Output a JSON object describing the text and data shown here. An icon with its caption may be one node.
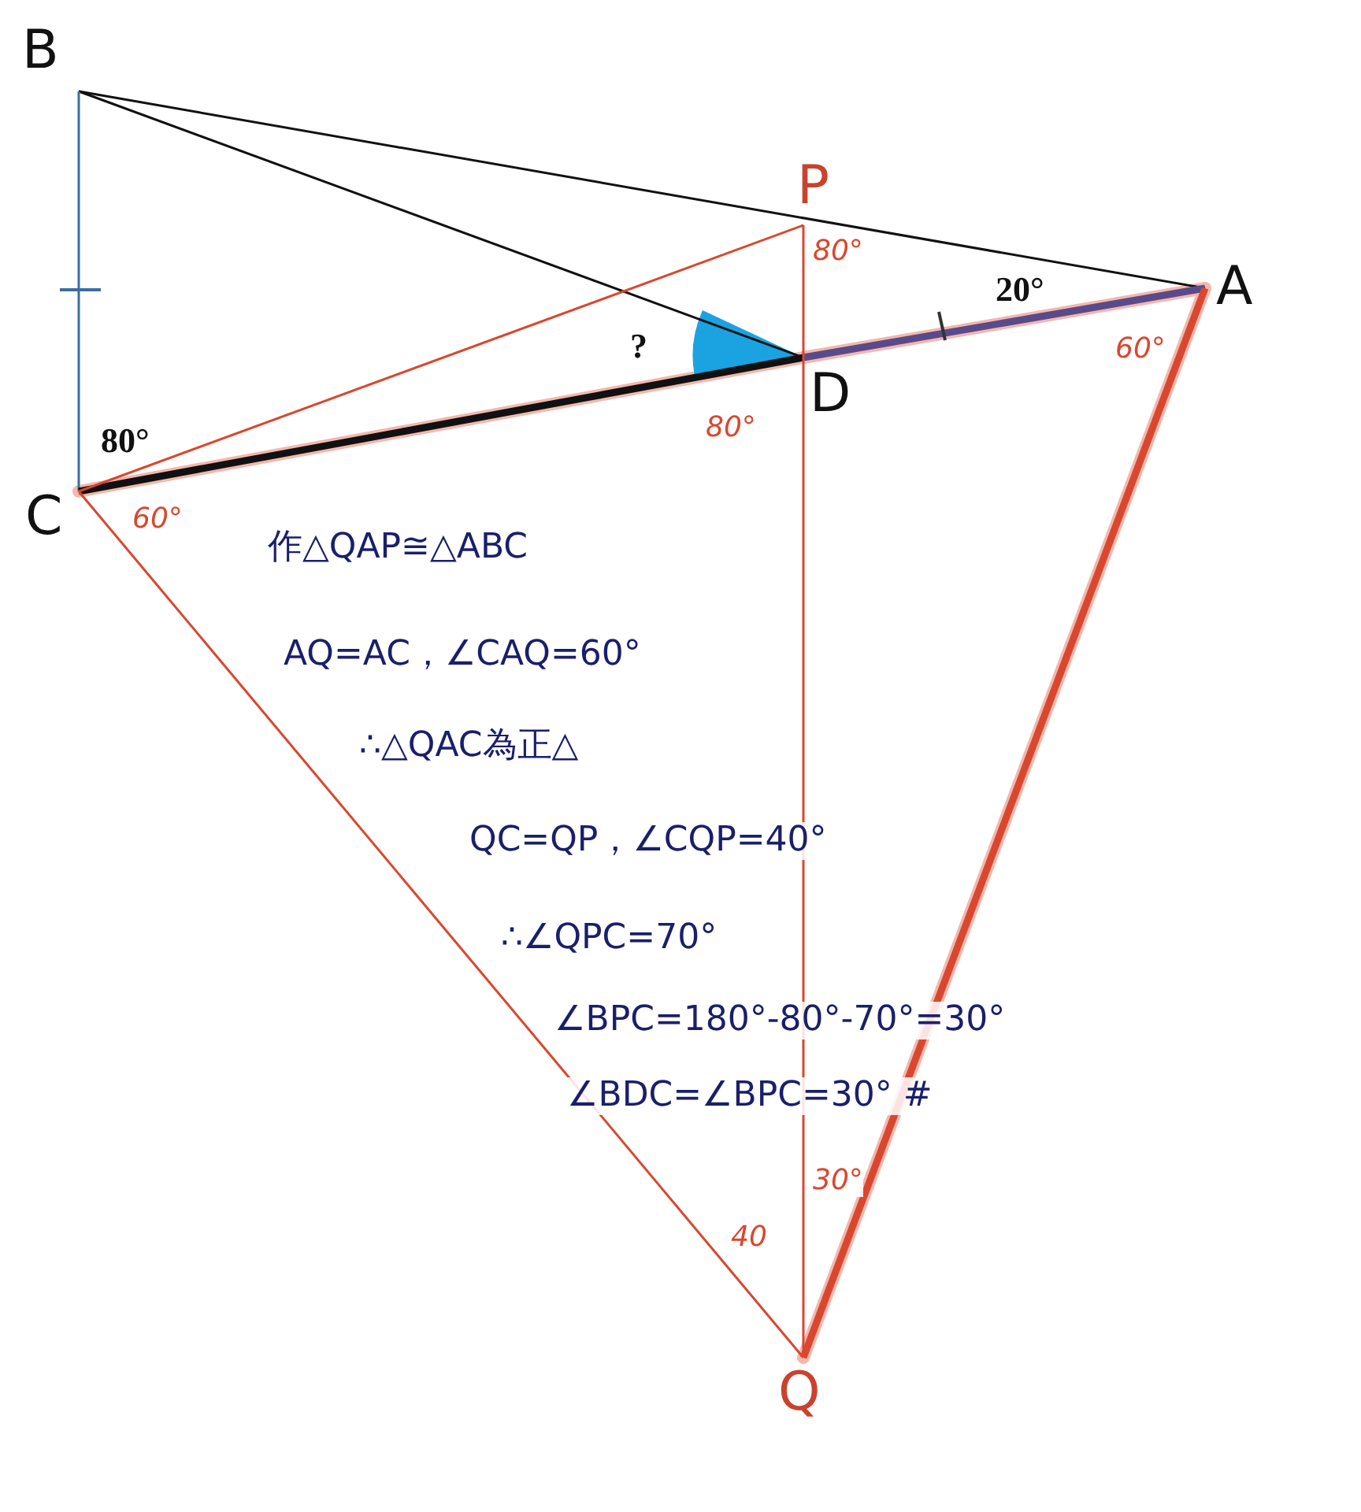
{
  "diagram": {
    "nodes": [
      {
        "text": [
          "B"
        ]
      },
      {
        "text": [
          "P"
        ]
      },
      {
        "text": [
          "A"
        ]
      },
      {
        "text": [
          "D"
        ]
      },
      {
        "text": [
          "C"
        ]
      },
      {
        "text": [
          "Q"
        ]
      }
    ],
    "edges": [
      {
        "from": 0,
        "to": 2,
        "arrow": "none",
        "color": "#111111"
      },
      {
        "from": 0,
        "to": 3,
        "arrow": "none",
        "color": "#111111"
      },
      {
        "from": 0,
        "to": 4,
        "arrow": "none",
        "color": "#3b6e9e"
      },
      {
        "from": 4,
        "to": 3,
        "arrow": "none",
        "style": "thick",
        "color": "#111111"
      },
      {
        "from": 3,
        "to": 2,
        "arrow": "none",
        "style": "thick",
        "color": "#5a4a8a"
      },
      {
        "from": 4,
        "to": 1,
        "arrow": "none",
        "color": "#d9472f"
      },
      {
        "from": 1,
        "to": 5,
        "arrow": "none",
        "color": "#d9472f"
      },
      {
        "from": 4,
        "to": 5,
        "arrow": "none",
        "color": "#d9472f"
      },
      {
        "from": 2,
        "to": 5,
        "arrow": "none",
        "style": "thick",
        "color": "#d9472f"
      }
    ],
    "labels": [
      "80°",
      "20°",
      "?",
      "80°",
      "80°",
      "60°",
      "60°",
      "30°",
      "40",
      "作△QAP≅△ABC",
      "AQ=AC，∠CAQ=60°",
      "∴△QAC為正△",
      "QC=QP，∠CQP=40°",
      "∴∠QPC=70°",
      "∠BPC=180°-80°-70°=30°",
      "∠BDC=∠BPC=30° #"
    ]
  }
}
